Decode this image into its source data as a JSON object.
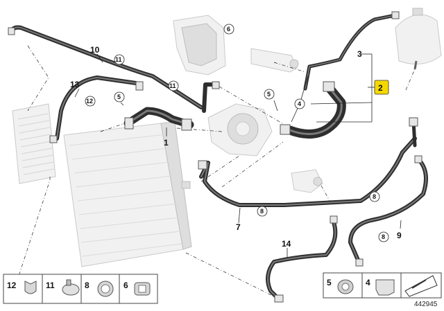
{
  "parts": [
    {
      "id": "p1",
      "label": "1"
    },
    {
      "id": "p2",
      "label": "2"
    },
    {
      "id": "p3",
      "label": "3"
    },
    {
      "id": "p4",
      "label": "4"
    },
    {
      "id": "p5a",
      "label": "5"
    },
    {
      "id": "p5b",
      "label": "5"
    },
    {
      "id": "p6",
      "label": "6"
    },
    {
      "id": "p7",
      "label": "7"
    },
    {
      "id": "p8a",
      "label": "8"
    },
    {
      "id": "p8b",
      "label": "8"
    },
    {
      "id": "p8c",
      "label": "8"
    },
    {
      "id": "p9",
      "label": "9"
    },
    {
      "id": "p10",
      "label": "10"
    },
    {
      "id": "p11a",
      "label": "11"
    },
    {
      "id": "p11b",
      "label": "11"
    },
    {
      "id": "p12",
      "label": "12"
    },
    {
      "id": "p13",
      "label": "13"
    },
    {
      "id": "p14",
      "label": "14"
    }
  ],
  "legend_left": [
    {
      "label": "12",
      "icon": "clip-icon"
    },
    {
      "label": "11",
      "icon": "spring-clamp-icon"
    },
    {
      "label": "8",
      "icon": "hose-clamp-icon"
    },
    {
      "label": "6",
      "icon": "quick-coupling-icon"
    }
  ],
  "legend_right": [
    {
      "label": "5",
      "icon": "coupling-icon"
    },
    {
      "label": "4",
      "icon": "bracket-clamp-icon"
    },
    {
      "label": "",
      "icon": "seal-arrow-icon"
    }
  ],
  "highlight_color": "#f5d800",
  "document_id": "442945"
}
